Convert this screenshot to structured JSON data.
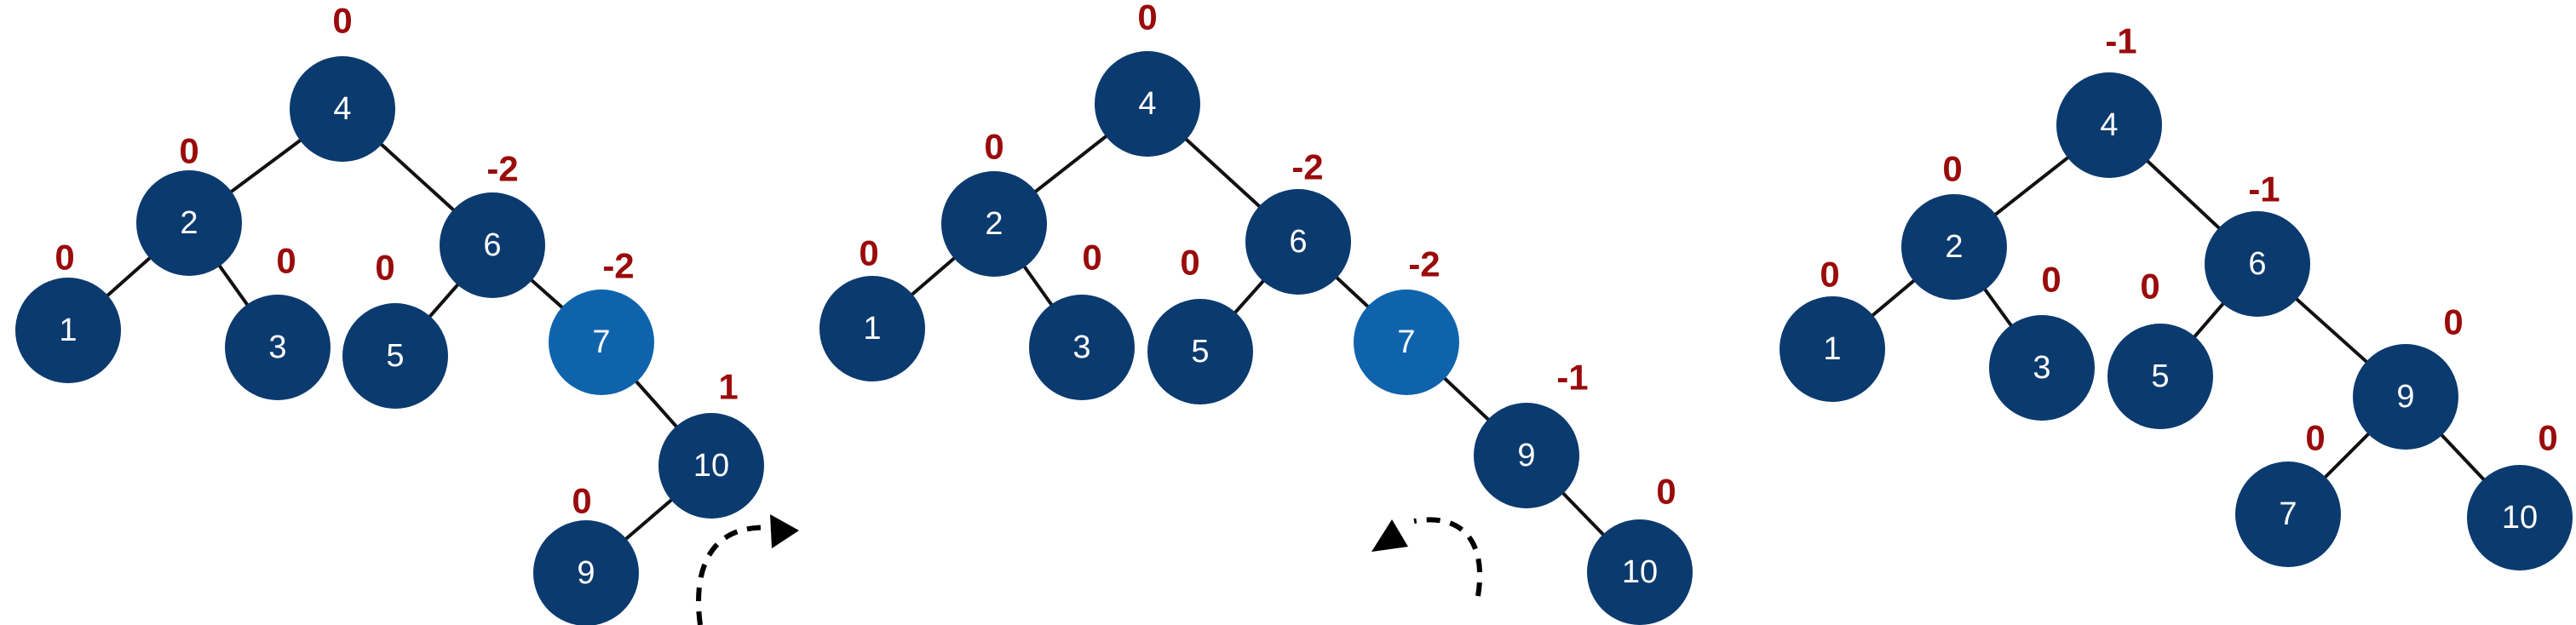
{
  "colors": {
    "node": "#0b3a6e",
    "highlight": "#0f63ad",
    "balance": "#9a0b0b",
    "edge": "#111111",
    "label": "#ffffff"
  },
  "trees": [
    {
      "nodes": [
        {
          "id": "4",
          "label": "4",
          "balance": "0"
        },
        {
          "id": "2",
          "label": "2",
          "balance": "0"
        },
        {
          "id": "6",
          "label": "6",
          "balance": "-2"
        },
        {
          "id": "1",
          "label": "1",
          "balance": "0"
        },
        {
          "id": "3",
          "label": "3",
          "balance": "0"
        },
        {
          "id": "5",
          "label": "5",
          "balance": "0"
        },
        {
          "id": "7",
          "label": "7",
          "balance": "-2",
          "highlight": true
        },
        {
          "id": "10",
          "label": "10",
          "balance": "1"
        },
        {
          "id": "9",
          "label": "9",
          "balance": "0"
        }
      ],
      "edges": [
        [
          "4",
          "2"
        ],
        [
          "4",
          "6"
        ],
        [
          "2",
          "1"
        ],
        [
          "2",
          "3"
        ],
        [
          "6",
          "5"
        ],
        [
          "6",
          "7"
        ],
        [
          "7",
          "10"
        ],
        [
          "10",
          "9"
        ]
      ]
    },
    {
      "nodes": [
        {
          "id": "4",
          "label": "4",
          "balance": "0"
        },
        {
          "id": "2",
          "label": "2",
          "balance": "0"
        },
        {
          "id": "6",
          "label": "6",
          "balance": "-2"
        },
        {
          "id": "1",
          "label": "1",
          "balance": "0"
        },
        {
          "id": "3",
          "label": "3",
          "balance": "0"
        },
        {
          "id": "5",
          "label": "5",
          "balance": "0"
        },
        {
          "id": "7",
          "label": "7",
          "balance": "-2",
          "highlight": true
        },
        {
          "id": "9",
          "label": "9",
          "balance": "-1"
        },
        {
          "id": "10",
          "label": "10",
          "balance": "0"
        }
      ],
      "edges": [
        [
          "4",
          "2"
        ],
        [
          "4",
          "6"
        ],
        [
          "2",
          "1"
        ],
        [
          "2",
          "3"
        ],
        [
          "6",
          "5"
        ],
        [
          "6",
          "7"
        ],
        [
          "7",
          "9"
        ],
        [
          "9",
          "10"
        ]
      ]
    },
    {
      "nodes": [
        {
          "id": "4",
          "label": "4",
          "balance": "-1"
        },
        {
          "id": "2",
          "label": "2",
          "balance": "0"
        },
        {
          "id": "6",
          "label": "6",
          "balance": "-1"
        },
        {
          "id": "1",
          "label": "1",
          "balance": "0"
        },
        {
          "id": "3",
          "label": "3",
          "balance": "0"
        },
        {
          "id": "5",
          "label": "5",
          "balance": "0"
        },
        {
          "id": "9",
          "label": "9",
          "balance": "0"
        },
        {
          "id": "7",
          "label": "7",
          "balance": "0"
        },
        {
          "id": "10",
          "label": "10",
          "balance": "0"
        }
      ],
      "edges": [
        [
          "4",
          "2"
        ],
        [
          "4",
          "6"
        ],
        [
          "2",
          "1"
        ],
        [
          "2",
          "3"
        ],
        [
          "6",
          "5"
        ],
        [
          "6",
          "9"
        ],
        [
          "9",
          "7"
        ],
        [
          "9",
          "10"
        ]
      ]
    }
  ]
}
